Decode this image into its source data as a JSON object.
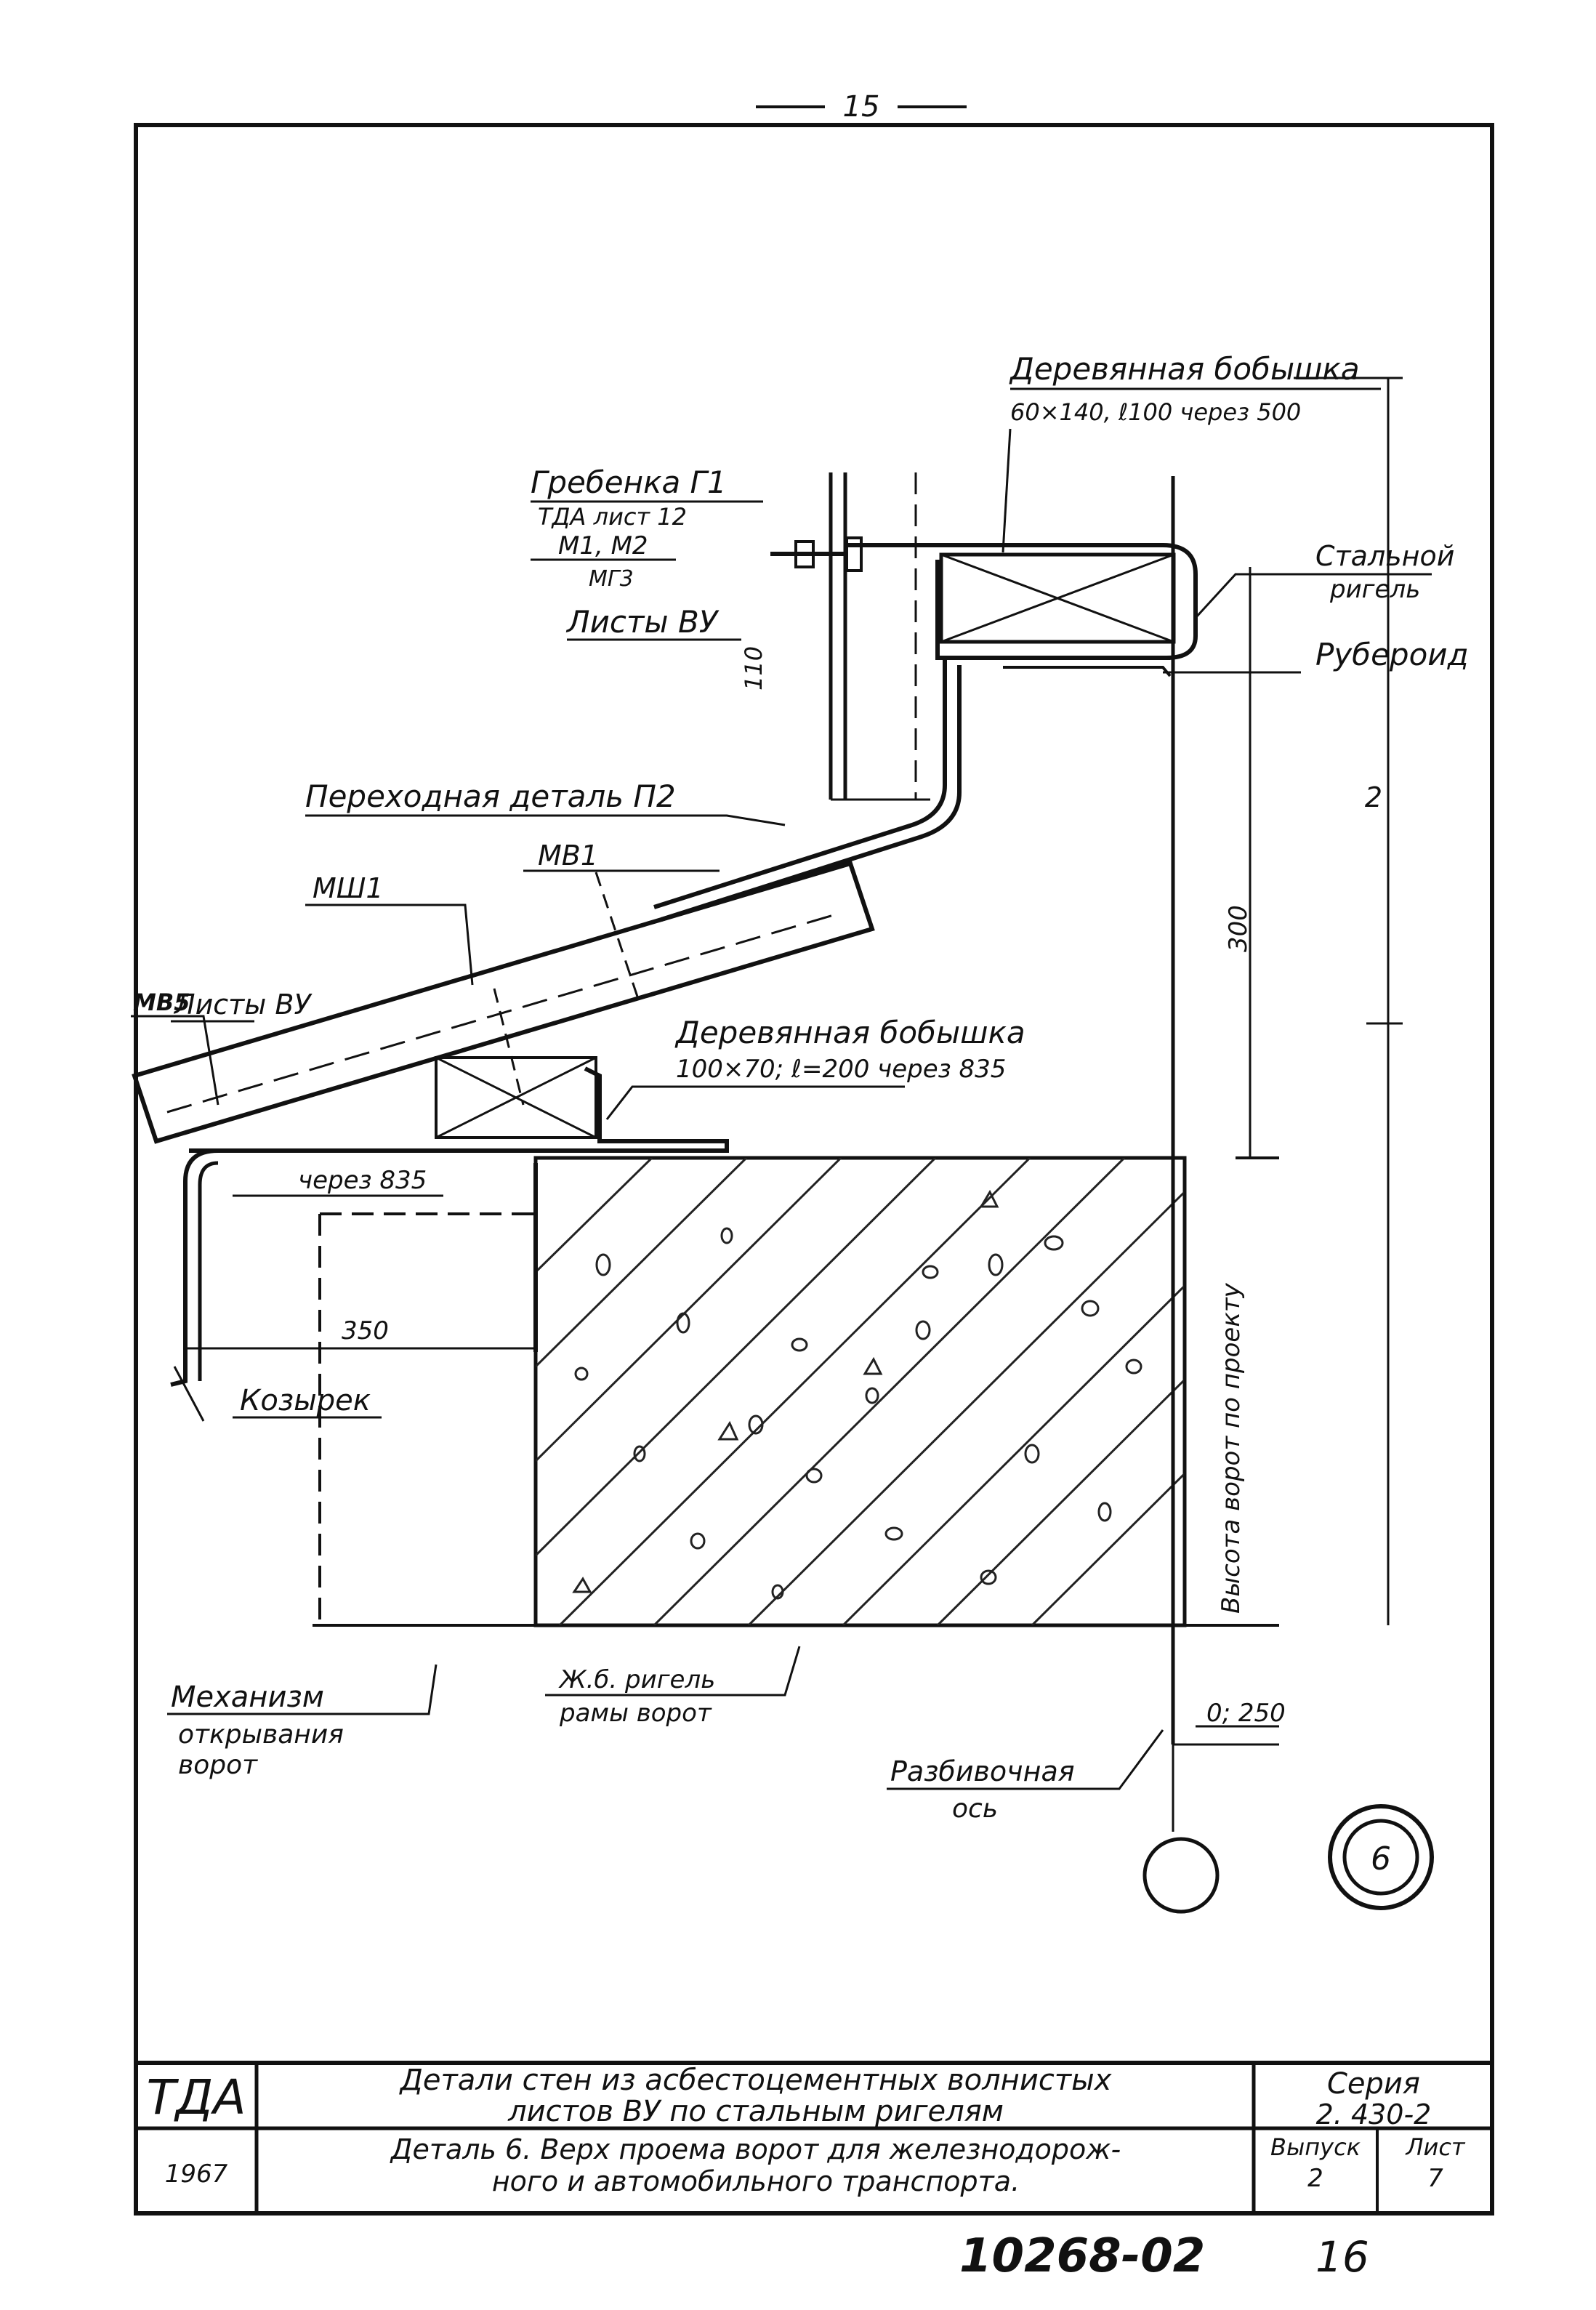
{
  "page_number": "15",
  "bottom_code": "10268-02",
  "bottom_sheet": "16",
  "labels": {
    "wood_block_top_title": "Деревянная бобышка",
    "wood_block_top_spec": "60×140, ℓ100 через 500",
    "comb_title": "Гребенка Г1",
    "comb_ref": "ТДА лист 12",
    "m1m2": "М1, М2",
    "mg3": "МГ3",
    "sheets_vu_upper": "Листы ВУ",
    "dim_110": "110",
    "steel_rail_1": "Стальной",
    "steel_rail_2": "ригель",
    "ruberoid": "Рубероид",
    "transition_part": "Переходная деталь П2",
    "mv1": "МВ1",
    "msh1": "МШ1",
    "sheets_vu_lower": "Листы ВУ",
    "mv5": "МВ5",
    "dim_300": "300",
    "wood_block_low_title": "Деревянная бобышка",
    "wood_block_low_spec": "100×70; ℓ=200 через 835",
    "through_835": "через 835",
    "dim_350": "350",
    "canopy": "Козырек",
    "gate_height": "Высота ворот по проекту",
    "rc_beam_1": "Ж.б. ригель",
    "rc_beam_2": "рамы ворот",
    "mechanism_1": "Механизм",
    "mechanism_2": "открывания",
    "mechanism_3": "ворот",
    "offset": "0; 250",
    "axis_1": "Разбивочная",
    "axis_2": "ось",
    "detail_mark": "6",
    "dim_2": "2"
  },
  "title_block": {
    "org": "ТДА",
    "year": "1967",
    "title_line1": "Детали стен из асбестоцементных волнистых",
    "title_line2": "листов ВУ по стальным ригелям",
    "series_label": "Серия",
    "series_value": "2. 430-2",
    "detail_line1": "Деталь 6.   Верх проема ворот для железнодорож-",
    "detail_line2": "ного и автомобильного транспорта.",
    "issue_label": "Выпуск",
    "issue_value": "2",
    "sheet_label": "Лист",
    "sheet_value": "7"
  }
}
